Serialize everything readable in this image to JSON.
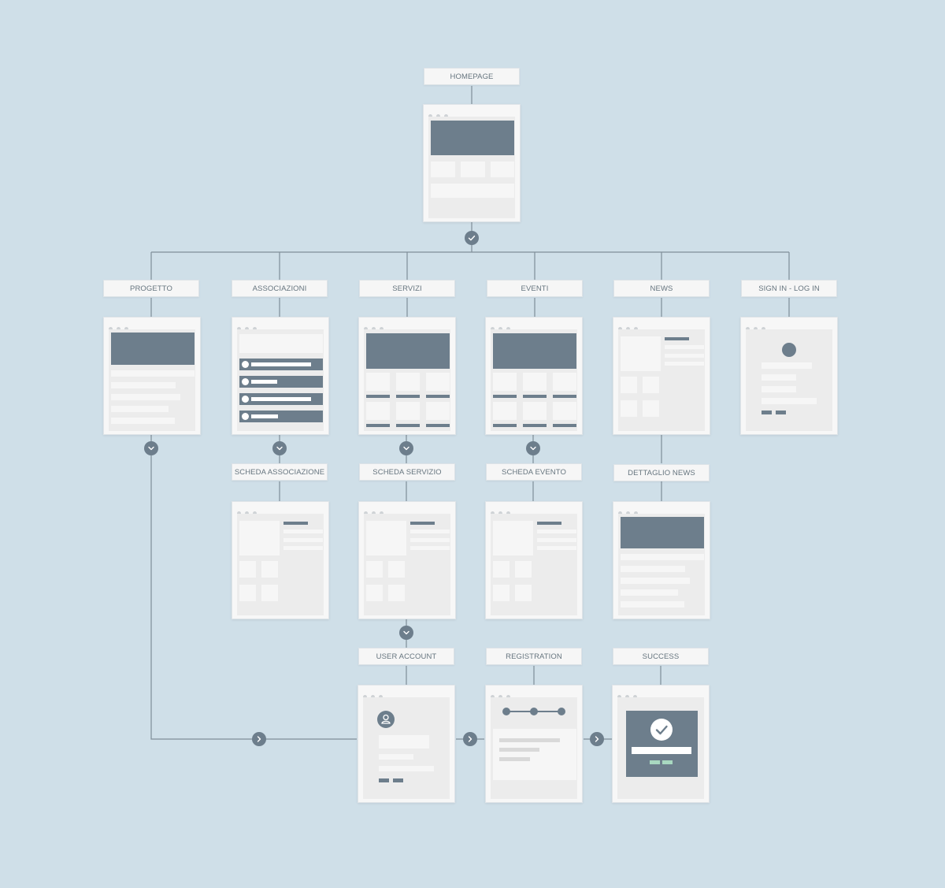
{
  "nodes": {
    "homepage": "HOMEPAGE",
    "progetto": "PROGETTO",
    "associazioni": "ASSOCIAZIONI",
    "servizi": "SERVIZI",
    "eventi": "EVENTI",
    "news": "NEWS",
    "signin": "SIGN IN - LOG IN",
    "scheda_associazione": "SCHEDA ASSOCIAZIONE",
    "scheda_servizio": "SCHEDA SERVIZIO",
    "scheda_evento": "SCHEDA EVENTO",
    "dettaglio_news": "DETTAGLIO NEWS",
    "user_account": "USER ACCOUNT",
    "registration": "REGISTRATION",
    "success": "SUCCESS"
  },
  "connectors": {
    "check": "check-icon",
    "expand": "chevron-down-icon",
    "next": "chevron-right-icon"
  },
  "colors": {
    "background": "#cfdfe8",
    "connector": "#6d7e8c",
    "wireframe_dark": "#6d7e8c",
    "wireframe_light": "#ececec",
    "success_accent": "#a8d8c0"
  }
}
